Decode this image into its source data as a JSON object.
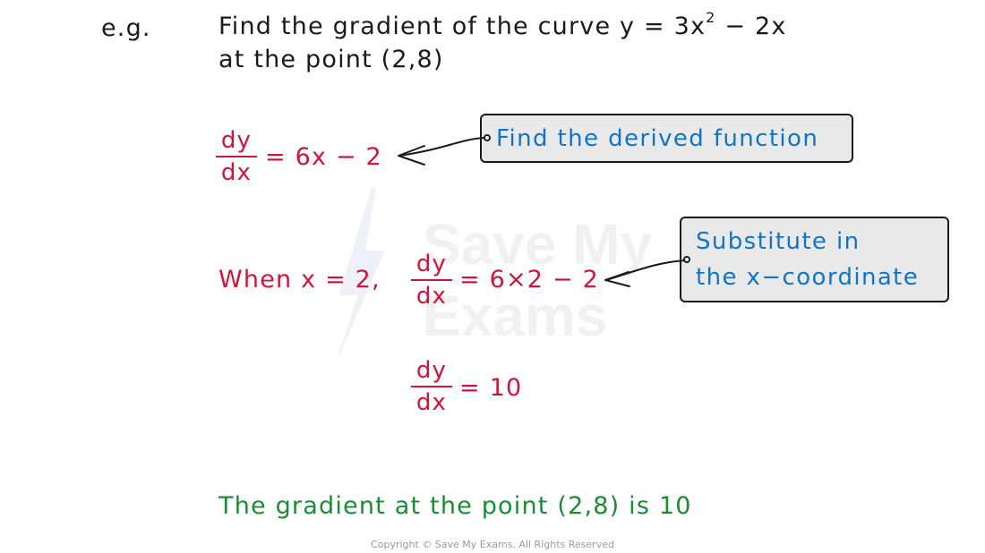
{
  "question": {
    "label": "e.g.",
    "line1_prefix": "Find the gradient of the curve y = 3x",
    "line1_exponent": "2",
    "line1_suffix": " − 2x",
    "line2": "at the point (2,8)"
  },
  "derivative": {
    "numerator": "dy",
    "denominator": "dx",
    "rhs": "= 6x − 2"
  },
  "callout_1": {
    "text": "Find the derived function"
  },
  "substitution": {
    "prefix": "When x = 2,",
    "numerator": "dy",
    "denominator": "dx",
    "rhs": "= 6×2 − 2"
  },
  "callout_2": {
    "line1": "Substitute in",
    "line2": "the x−coordinate"
  },
  "result": {
    "numerator": "dy",
    "denominator": "dx",
    "rhs": "= 10"
  },
  "conclusion": "The gradient at the point (2,8) is 10",
  "copyright": "Copyright © Save My Exams. All Rights Reserved",
  "watermark": {
    "line1": "Save My",
    "line2": "Exams"
  },
  "colors": {
    "working": "#d0143c",
    "callout_text": "#1175c6",
    "callout_fill": "#e9e9e9",
    "answer": "#1a8c33",
    "text": "#1a1a1a"
  }
}
